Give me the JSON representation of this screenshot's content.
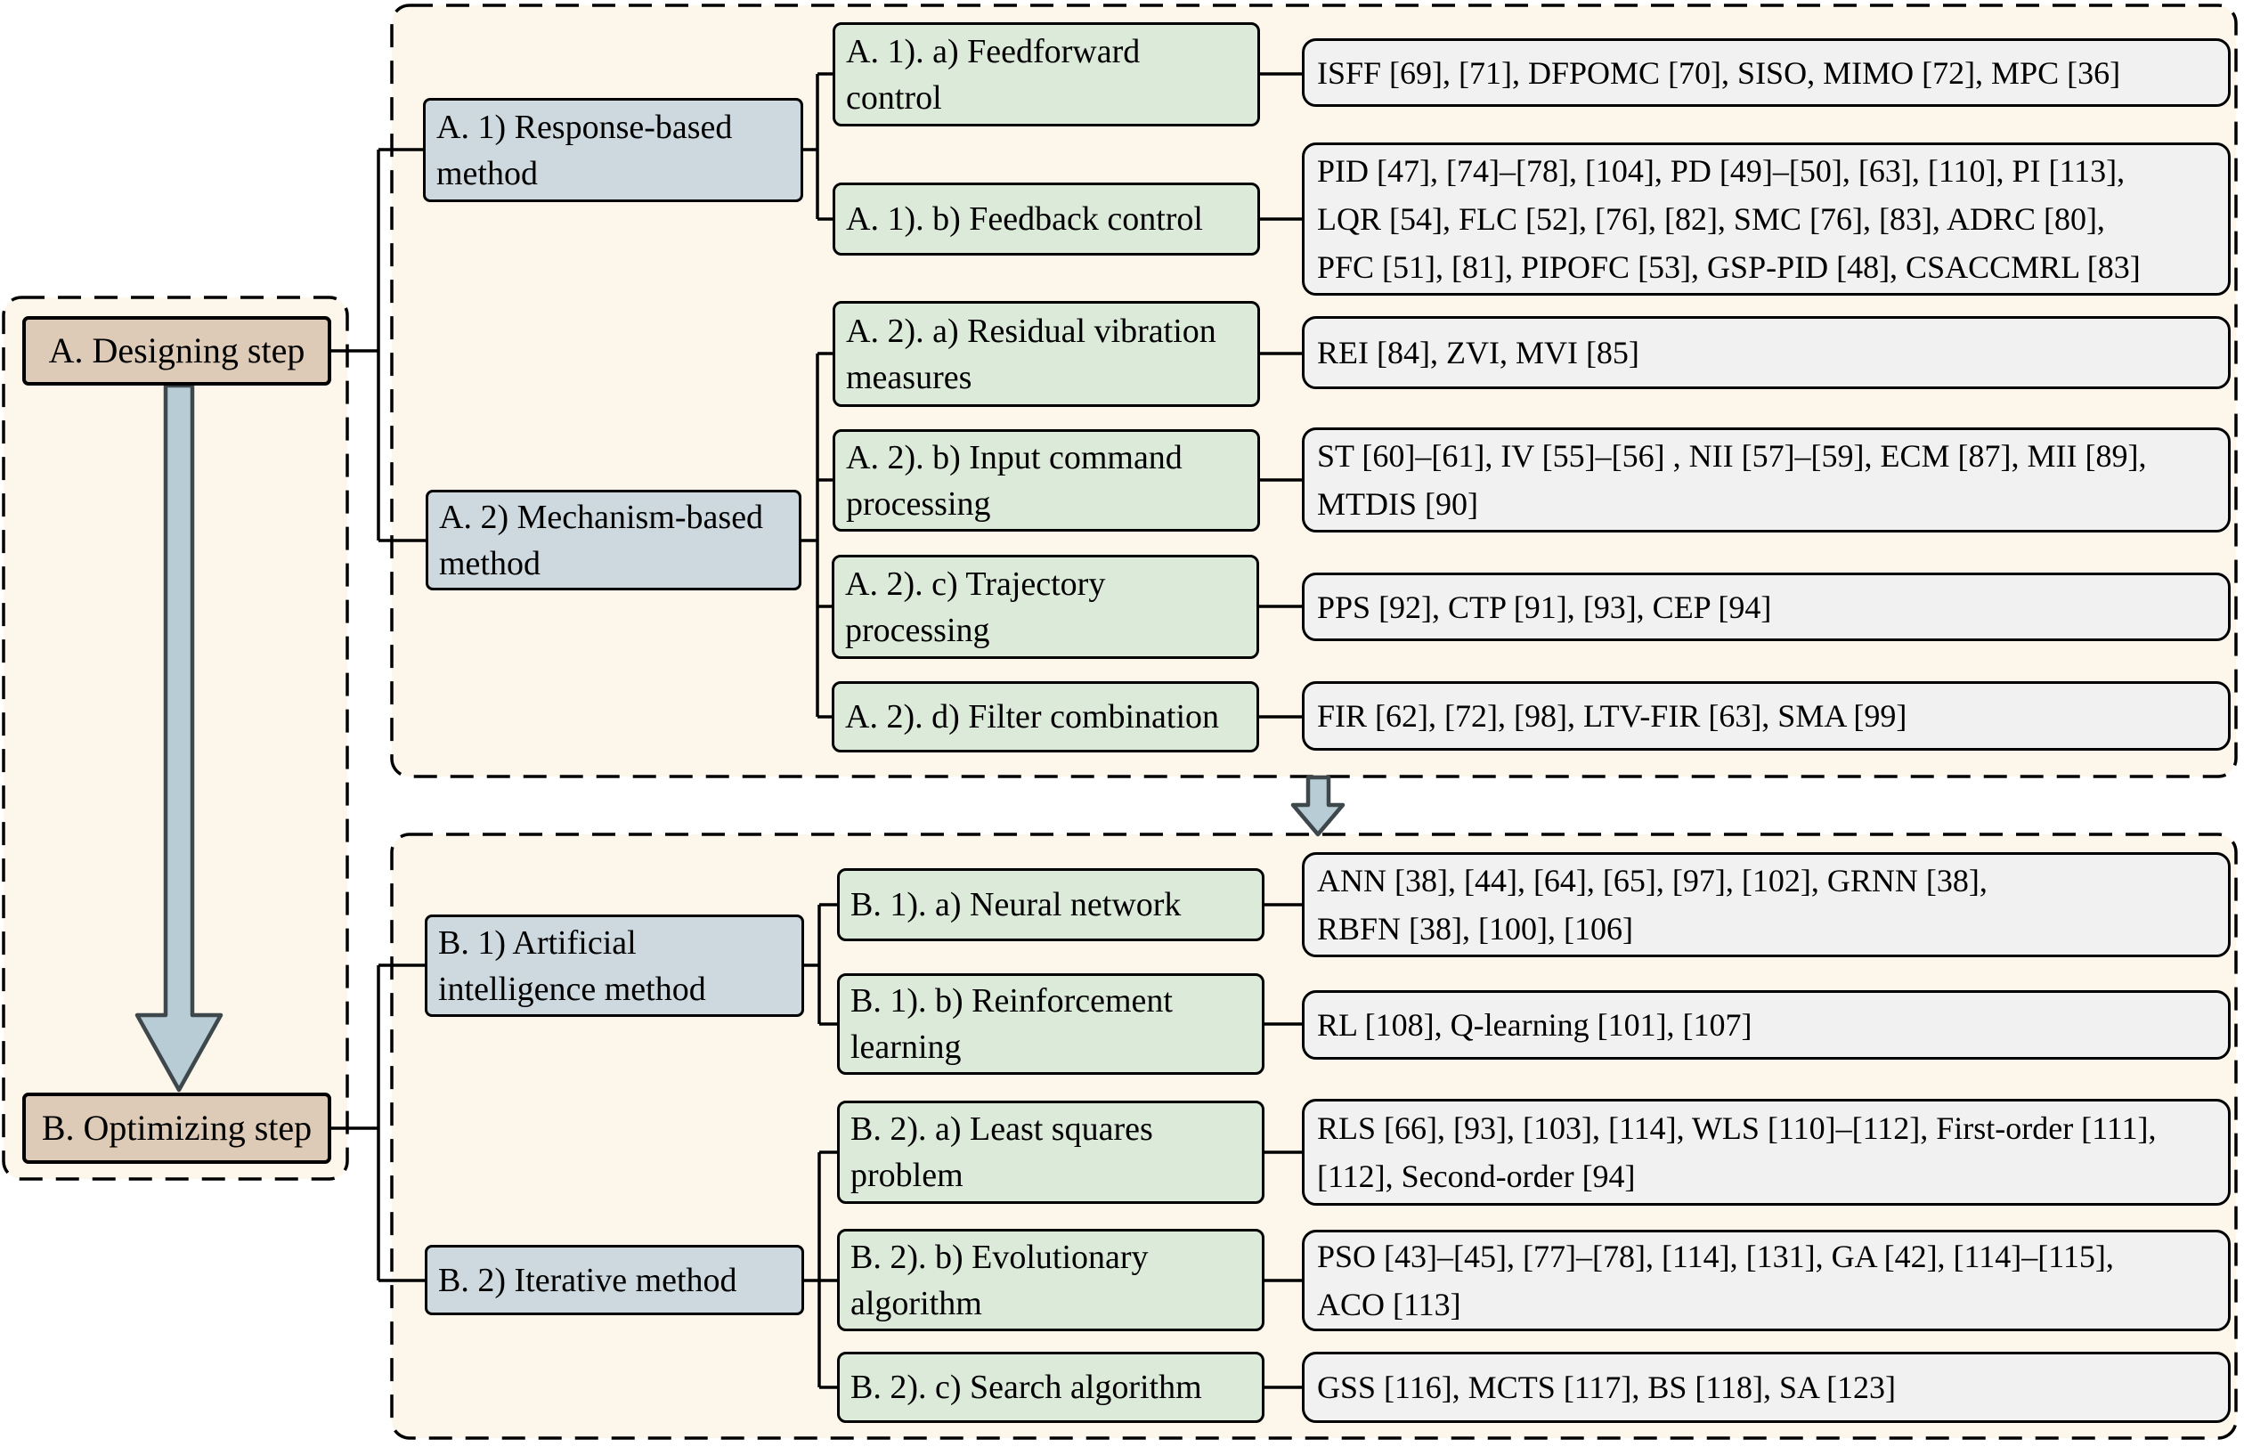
{
  "palette": {
    "page_bg": "#ffffff",
    "panel_bg": "#fdf6ea",
    "step_box_bg": "#ddcbb7",
    "category_box_bg": "#cdd9de",
    "subcategory_box_bg": "#dcead9",
    "ref_box_bg": "#f1f1f1",
    "line_color": "#000000",
    "arrow_fill": "#b7ccd5",
    "arrow_stroke": "#3e474c"
  },
  "steps": {
    "designing": "A. Designing step",
    "optimizing": "B. Optimizing step"
  },
  "designing_section": {
    "categories": [
      {
        "label": "A. 1) Response-based\nmethod",
        "children": [
          {
            "label": "A. 1). a) Feedforward\ncontrol",
            "refs": "ISFF [69], [71], DFPOMC [70], SISO, MIMO [72], MPC [36]"
          },
          {
            "label": "A. 1). b) Feedback control",
            "refs": "PID [47], [74]–[78], [104], PD [49]–[50], [63], [110], PI [113],\nLQR [54], FLC [52], [76], [82], SMC [76], [83], ADRC [80],\nPFC [51], [81], PIPOFC [53], GSP-PID [48], CSACCMRL [83]"
          }
        ]
      },
      {
        "label": "A. 2) Mechanism-based\nmethod",
        "children": [
          {
            "label": "A. 2). a) Residual vibration\nmeasures",
            "refs": "REI [84], ZVI, MVI [85]"
          },
          {
            "label": "A. 2). b) Input command\nprocessing",
            "refs": "ST [60]–[61],  IV [55]–[56] , NII [57]–[59], ECM [87], MII [89],\nMTDIS [90]"
          },
          {
            "label": "A. 2). c) Trajectory\nprocessing",
            "refs": "PPS [92], CTP [91], [93], CEP [94]"
          },
          {
            "label": "A. 2). d) Filter combination",
            "refs": "FIR [62], [72], [98], LTV-FIR [63],  SMA [99]"
          }
        ]
      }
    ]
  },
  "optimizing_section": {
    "categories": [
      {
        "label": "B. 1) Artificial\nintelligence method",
        "children": [
          {
            "label": "B. 1). a) Neural network",
            "refs": "ANN [38], [44], [64], [65], [97], [102], GRNN [38],\nRBFN [38], [100], [106]"
          },
          {
            "label": "B. 1). b) Reinforcement\nlearning",
            "refs": "RL [108], Q-learning [101], [107]"
          }
        ]
      },
      {
        "label": "B. 2) Iterative method",
        "children": [
          {
            "label": "B. 2). a) Least squares\nproblem",
            "refs": "RLS [66], [93], [103], [114], WLS [110]–[112], First-order [111],\n[112], Second-order [94]"
          },
          {
            "label": "B. 2). b) Evolutionary\nalgorithm",
            "refs": "PSO [43]–[45], [77]–[78], [114], [131], GA [42], [114]–[115],\nACO [113]"
          },
          {
            "label": "B. 2). c) Search algorithm",
            "refs": "GSS [116], MCTS [117], BS [118], SA [123]"
          }
        ]
      }
    ]
  }
}
